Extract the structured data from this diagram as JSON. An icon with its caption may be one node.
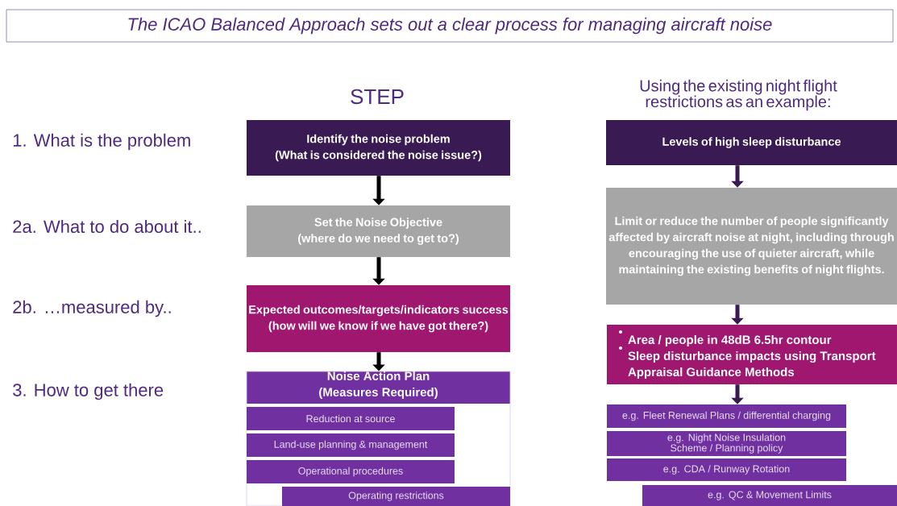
{
  "diagram": {
    "title": "The ICAO Balanced Approach sets out a clear process for managing aircraft noise",
    "nodes": [
      {
        "text": [
          "Identify the noise problem",
          "(What is considered the noise issue?)"
        ]
      },
      {
        "text": [
          "Set the Noise Objective",
          "(where do we need to get to?)"
        ]
      },
      {
        "text": [
          "Expected outcomes/targets/indicators success",
          "(how will we know if we have got there?)"
        ]
      },
      {
        "text": [
          "Noise Action Plan",
          "(Measures Required)"
        ]
      },
      {
        "text": [
          "Reduction at source"
        ],
        "in": 3
      },
      {
        "text": [
          "Land-use planning & management"
        ],
        "in": 3
      },
      {
        "text": [
          "Operational procedures"
        ],
        "in": 3
      },
      {
        "text": [
          "Operating restrictions"
        ],
        "in": 3
      },
      {
        "text": [
          "Levels of high sleep disturbance"
        ]
      },
      {
        "text": [
          "Limit or reduce the number of people significantly affected by aircraft noise at night, including through encouraging the use of quieter aircraft, while maintaining the existing benefits of night flights."
        ]
      },
      {
        "text": [
          "Area / people in 48dB 6.5hr contour",
          "Sleep disturbance impacts using Transport Appraisal Guidance Methods"
        ]
      },
      {
        "text": [
          "e.g. Fleet Renewal Plans / differential charging"
        ]
      },
      {
        "text": [
          "e.g. Night Noise Insulation Scheme / Planning policy"
        ]
      },
      {
        "text": [
          "e.g. CDA / Runway Rotation"
        ]
      },
      {
        "text": [
          "e.g. QC & Movement Limits"
        ]
      }
    ],
    "edges": [
      {
        "from": 0,
        "to": 1,
        "arrow": "to"
      },
      {
        "from": 1,
        "to": 2,
        "arrow": "to"
      },
      {
        "from": 2,
        "to": 3,
        "arrow": "to"
      },
      {
        "from": 8,
        "to": 9,
        "arrow": "to",
        "color": "#3a1a52"
      },
      {
        "from": 9,
        "to": 10,
        "arrow": "to",
        "color": "#3a1a52"
      },
      {
        "from": 10,
        "to": 11,
        "arrow": "to",
        "color": "#3a1a52"
      }
    ],
    "labels": [
      "STEP",
      "Using the existing night flight restrictions as an example:",
      "1. What is the problem",
      "2a. What to do about it..",
      "2b. …measured by..",
      "3. How to get there"
    ]
  }
}
